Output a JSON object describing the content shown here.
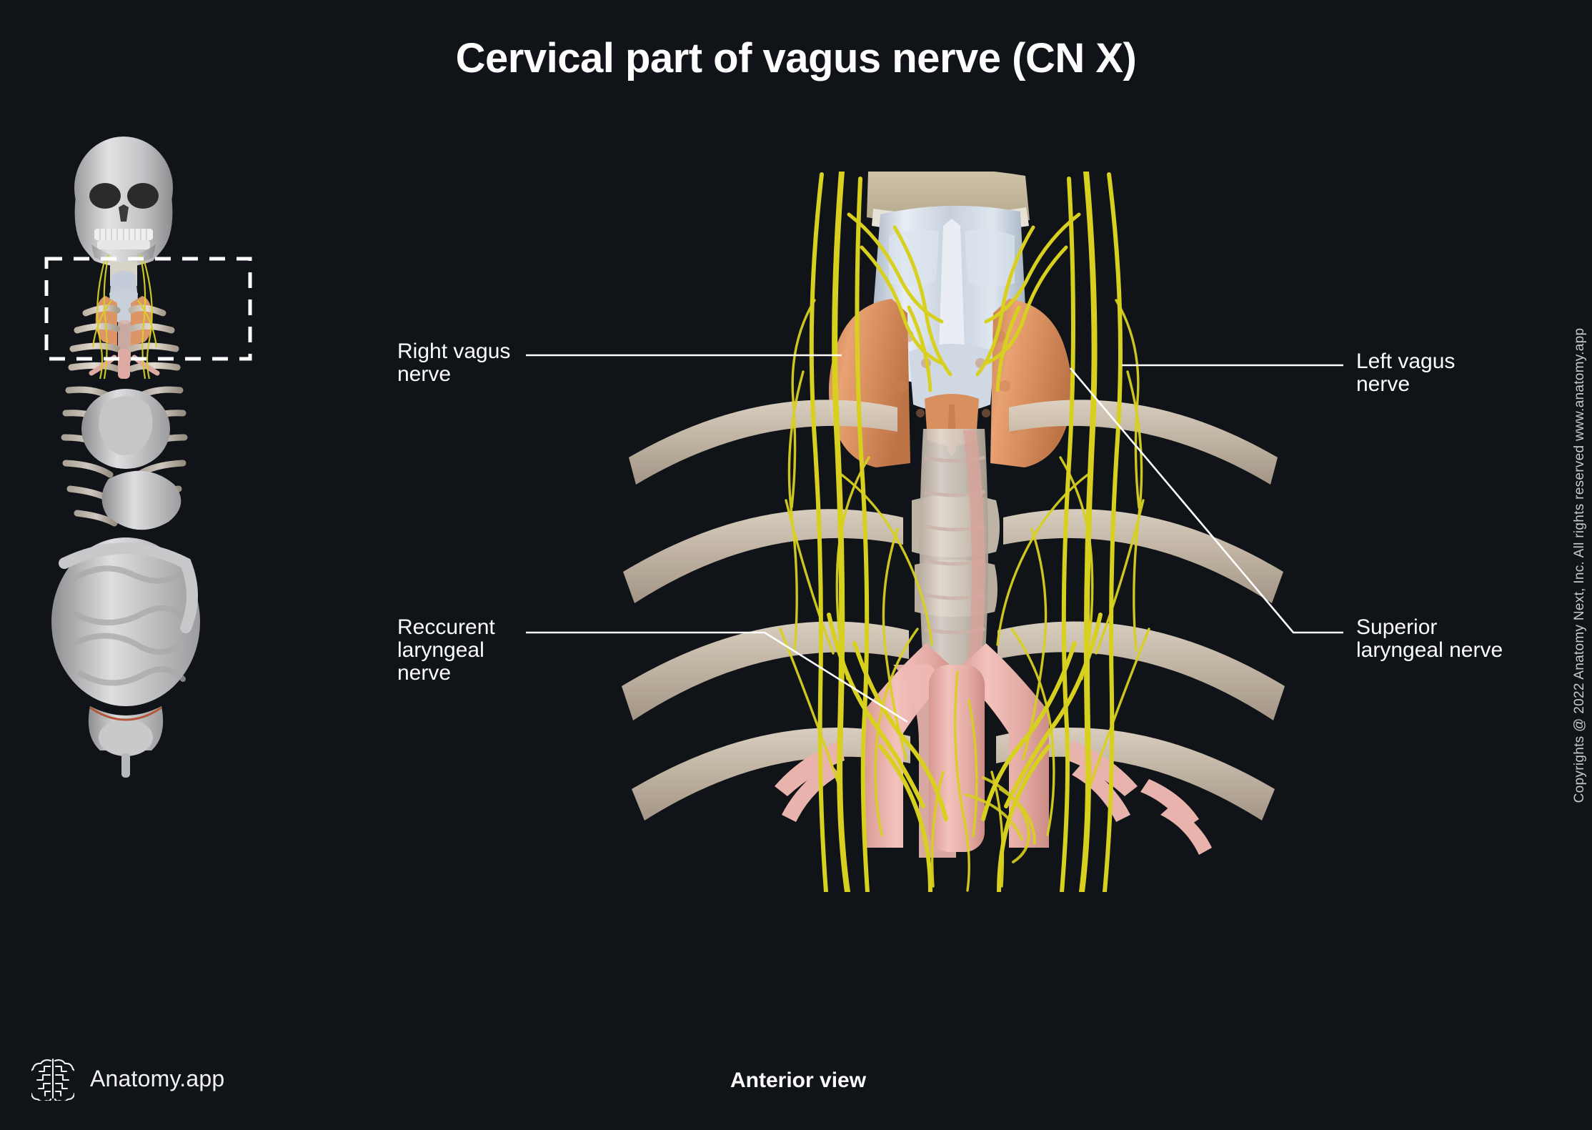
{
  "header": {
    "title": "Cervical part of vagus nerve (CN X)"
  },
  "copyright": {
    "text": "Copyrights @ 2022 Anatomy Next, Inc. All rights reserved www.anatomy.app"
  },
  "brand": {
    "name": "Anatomy.app",
    "logo_icon": "brain-icon"
  },
  "caption": {
    "view": "Anterior view"
  },
  "labels": [
    {
      "id": "right-vagus-nerve",
      "text": "Right vagus\nnerve",
      "side": "left",
      "leader": "horizontal"
    },
    {
      "id": "recurrent-laryngeal-nerve",
      "text": "Reccurent\nlaryngeal\nnerve",
      "side": "left",
      "leader": "elbow-diagonal"
    },
    {
      "id": "left-vagus-nerve",
      "text": "Left vagus\nnerve",
      "side": "right",
      "leader": "horizontal"
    },
    {
      "id": "superior-laryngeal-nerve",
      "text": "Superior\nlaryngeal nerve",
      "side": "right",
      "leader": "elbow-diagonal"
    }
  ],
  "thumbnail": {
    "description": "Full body skeleton and viscera overview",
    "highlight_box": "dashed-rectangle-cervical-region"
  },
  "colors": {
    "background": "#101318",
    "label_text": "#fdfdfd",
    "leader_line": "#ffffff",
    "nerve_yellow": "#d8d01f",
    "thyroid_gland": "#dd9466",
    "laryngeal_cartilage": "#c3ccd8",
    "bone_beige": "#cdbfae",
    "vessel_pink": "#e9b3ad",
    "skeleton_grey": "#cfcfcf",
    "copyright_text": "#c9c9cb"
  }
}
